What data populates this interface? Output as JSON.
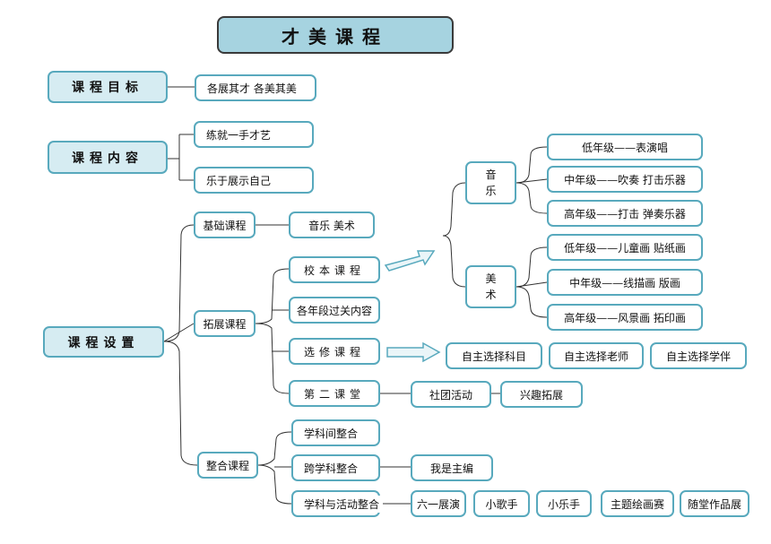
{
  "title": "才美课程",
  "goal": {
    "label": "课程目标",
    "items": [
      "各展其才 各美其美"
    ]
  },
  "content": {
    "label": "课程内容",
    "items": [
      "练就一手才艺",
      "乐于展示自己"
    ]
  },
  "setting": {
    "label": "课程设置",
    "basic": {
      "label": "基础课程",
      "items": [
        "音乐 美术"
      ]
    },
    "expand": {
      "label": "拓展课程",
      "school": "校本课程",
      "grades": "各年段过关内容",
      "elective": "选修课程",
      "second": "第二课堂",
      "second_items": [
        "社团活动",
        "兴趣拓展"
      ],
      "elective_items": [
        "自主选择科目",
        "自主选择老师",
        "自主选择学伴"
      ]
    },
    "integrate": {
      "label": "整合课程",
      "items": [
        "学科间整合",
        "跨学科整合",
        "学科与活动整合"
      ],
      "cross_items": [
        "我是主编"
      ],
      "activity_items": [
        "六一展演",
        "小歌手",
        "小乐手",
        "主题绘画赛",
        "随堂作品展"
      ]
    }
  },
  "music": {
    "label_1": "音",
    "label_2": "乐",
    "items": [
      "低年级——表演唱",
      "中年级——吹奏 打击乐器",
      "高年级——打击 弹奏乐器"
    ]
  },
  "art": {
    "label_1": "美",
    "label_2": "术",
    "items": [
      "低年级——儿童画 贴纸画",
      "中年级——线描画 版画",
      "高年级——风景画 拓印画"
    ]
  }
}
